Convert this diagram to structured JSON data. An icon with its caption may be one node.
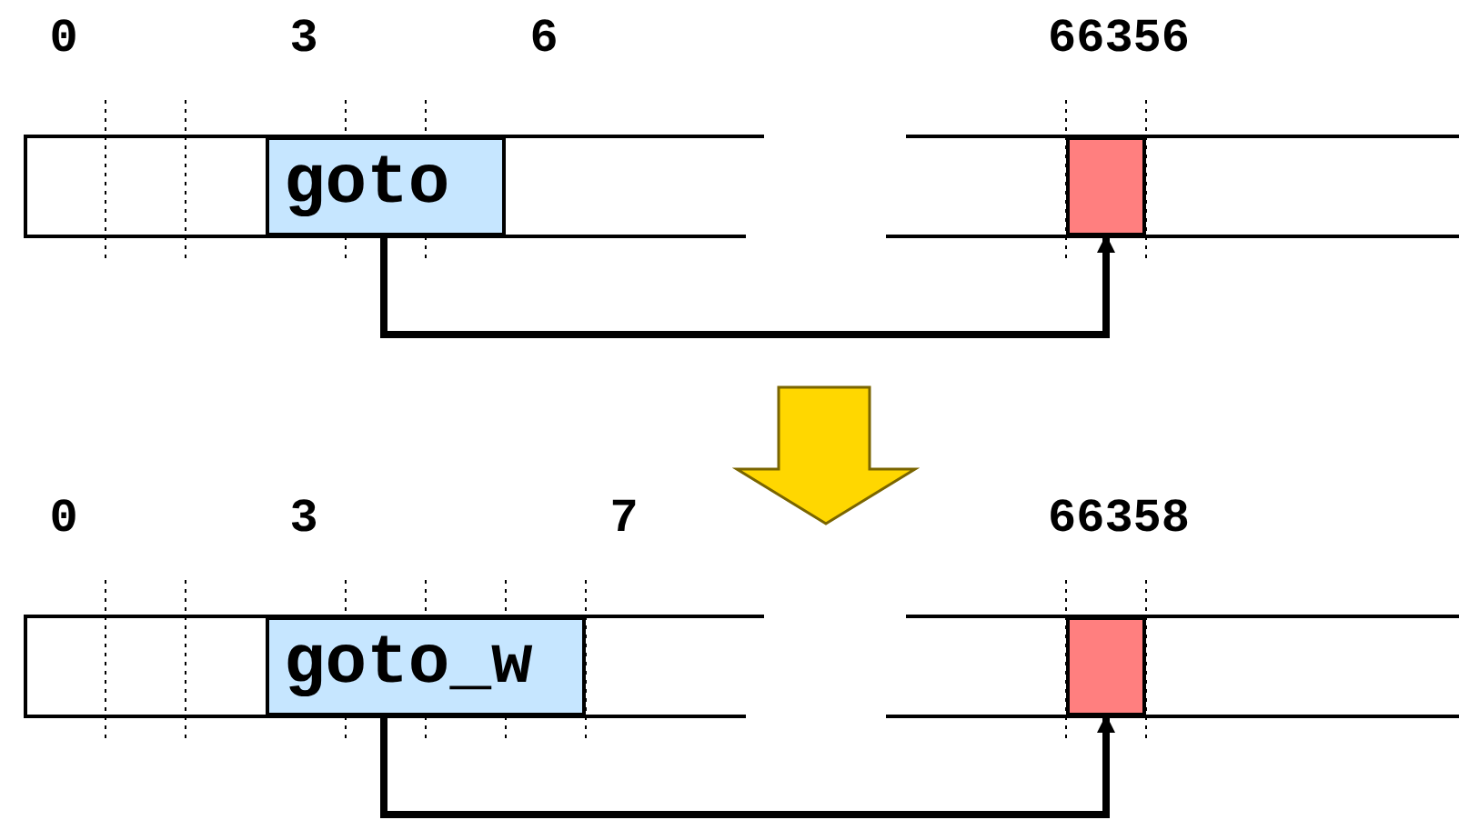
{
  "diagram": {
    "nodes": [
      {
        "text": [
          "goto"
        ]
      },
      {
        "text": [],
        "shape": "box"
      },
      {
        "text": [
          "goto_w"
        ]
      },
      {
        "text": [],
        "shape": "box"
      }
    ],
    "edges": [
      {
        "from": 0,
        "to": 1,
        "arrow": "to"
      },
      {
        "from": 2,
        "to": 3,
        "arrow": "to"
      }
    ],
    "labels": [
      "0",
      "3",
      "6",
      "66356",
      "0",
      "3",
      "7",
      "66358"
    ]
  }
}
